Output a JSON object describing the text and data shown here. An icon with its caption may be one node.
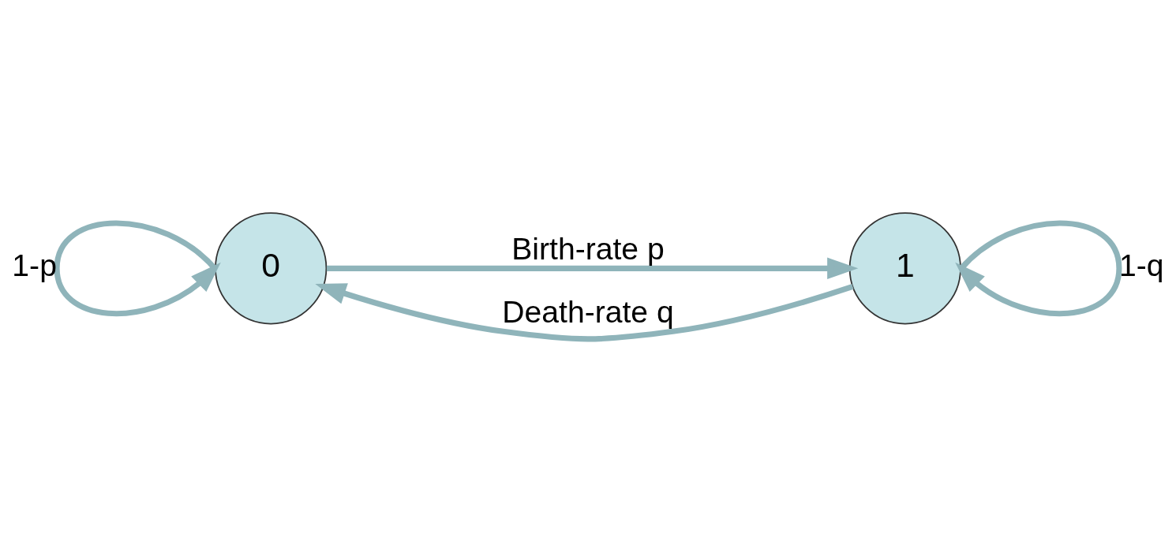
{
  "diagram": {
    "nodes": [
      {
        "text": [
          "0"
        ]
      },
      {
        "text": [
          "1"
        ]
      }
    ],
    "edges": [
      {
        "from": 0,
        "to": 1,
        "arrow": "to",
        "label": "Birth-rate p"
      },
      {
        "from": 1,
        "to": 0,
        "arrow": "to",
        "label": "Death-rate q"
      },
      {
        "from": 0,
        "to": 0,
        "arrow": "to",
        "label": "1-p"
      },
      {
        "from": 1,
        "to": 1,
        "arrow": "to",
        "label": "1-q"
      }
    ]
  }
}
